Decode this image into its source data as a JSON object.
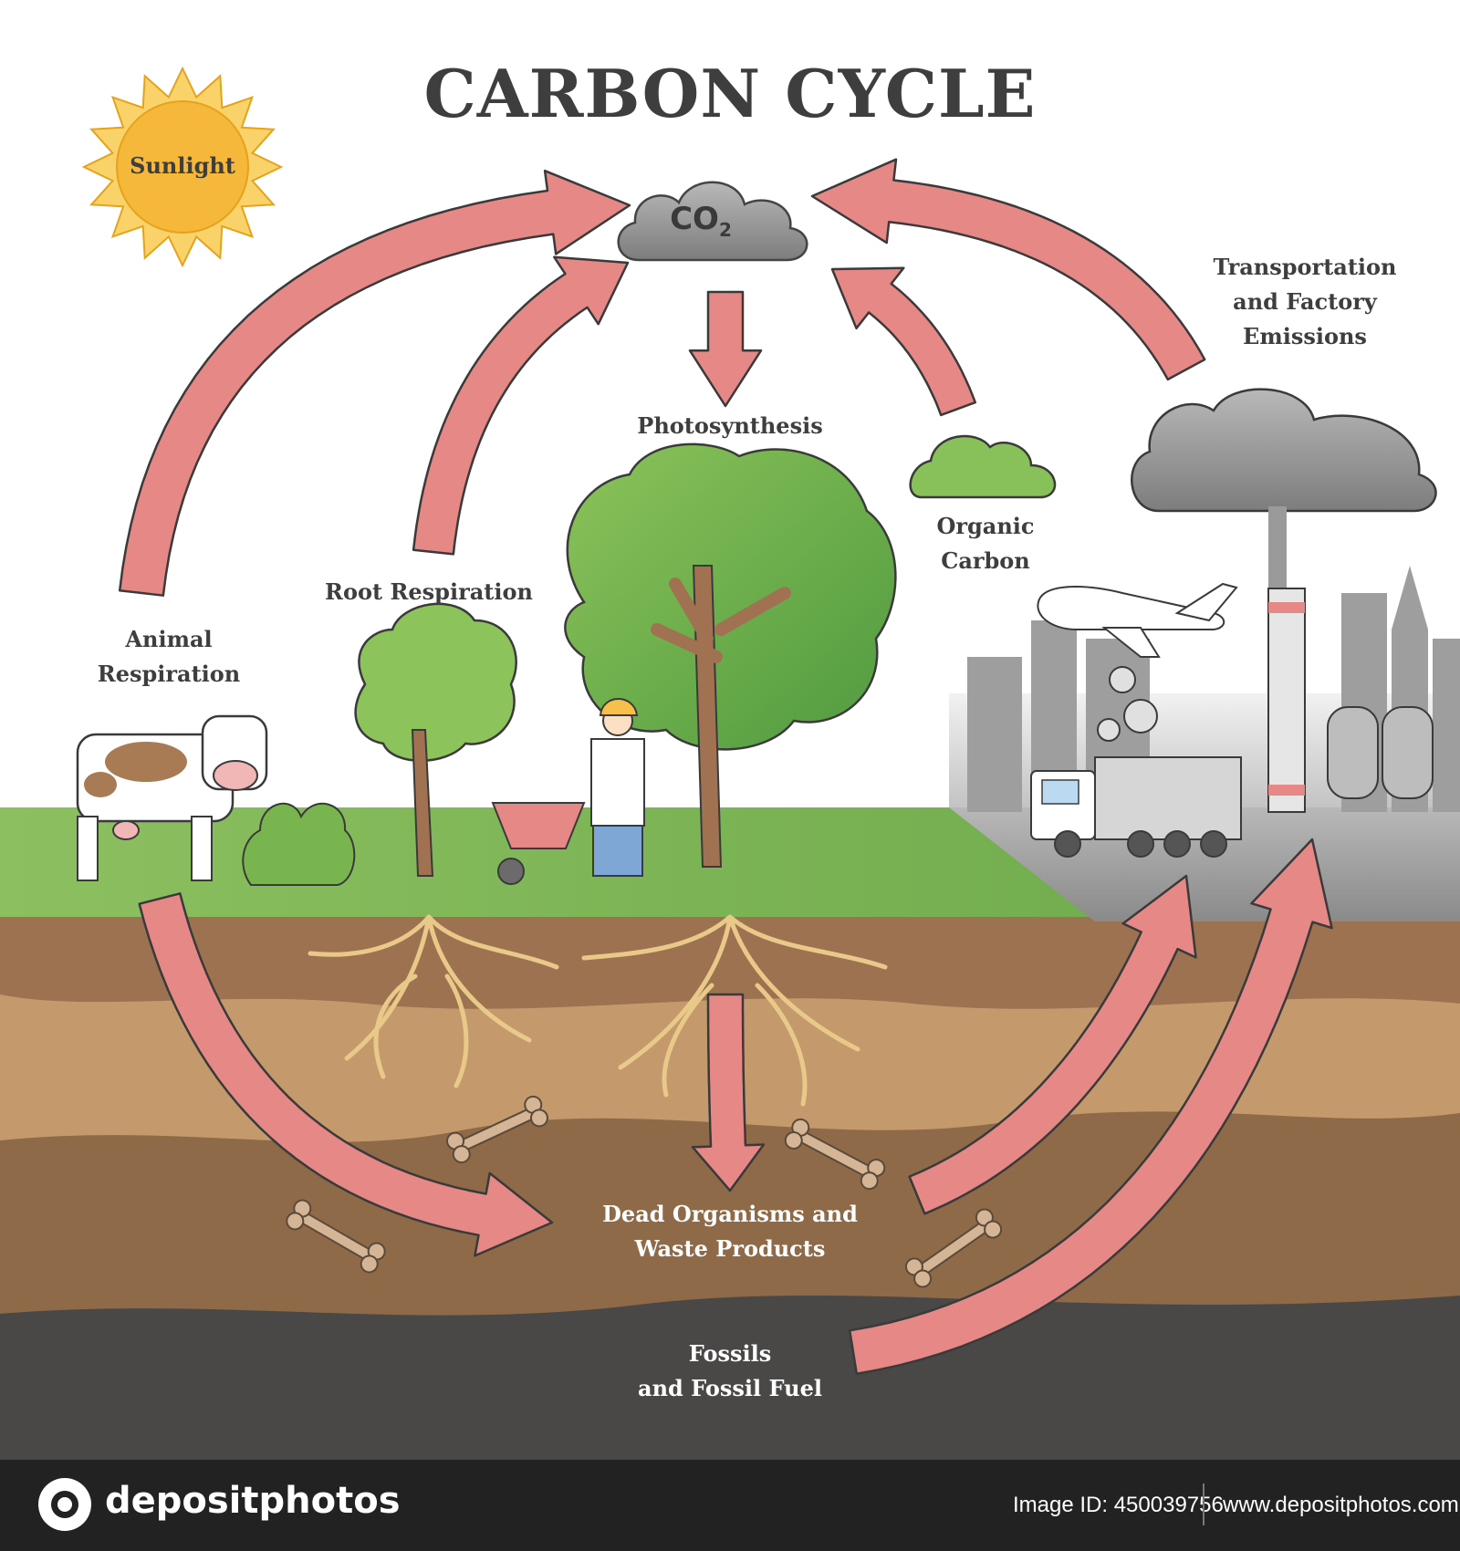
{
  "title": "CARBON CYCLE",
  "co2": {
    "main": "CO",
    "sub": "2"
  },
  "labels": {
    "sunlight": "Sunlight",
    "transportation": [
      "Transportation",
      "and Factory",
      "Emissions"
    ],
    "photosynthesis": "Photosynthesis",
    "organic_carbon": [
      "Organic",
      "Carbon"
    ],
    "root_respiration": "Root Respiration",
    "animal_respiration": [
      "Animal",
      "Respiration"
    ],
    "dead_organisms": [
      "Dead Organisms and",
      "Waste Products"
    ],
    "fossils": [
      "Fossils",
      "and Fossil Fuel"
    ]
  },
  "footer": {
    "brand": "depositphotos",
    "image_id": "Image ID: 450039756",
    "website": "www.depositphotos.com"
  },
  "colors": {
    "arrow_fill": "#e58886",
    "arrow_stroke": "#3a3a3a",
    "grass": "#86b85c",
    "soil_top": "#9c7251",
    "soil_mid": "#c49a6c",
    "soil_low": "#8f6a48",
    "fossil_layer": "#4a4747",
    "sun": "#f7c04a",
    "cloud_grey": "#9b9b9b",
    "footer_bg": "#222222"
  }
}
